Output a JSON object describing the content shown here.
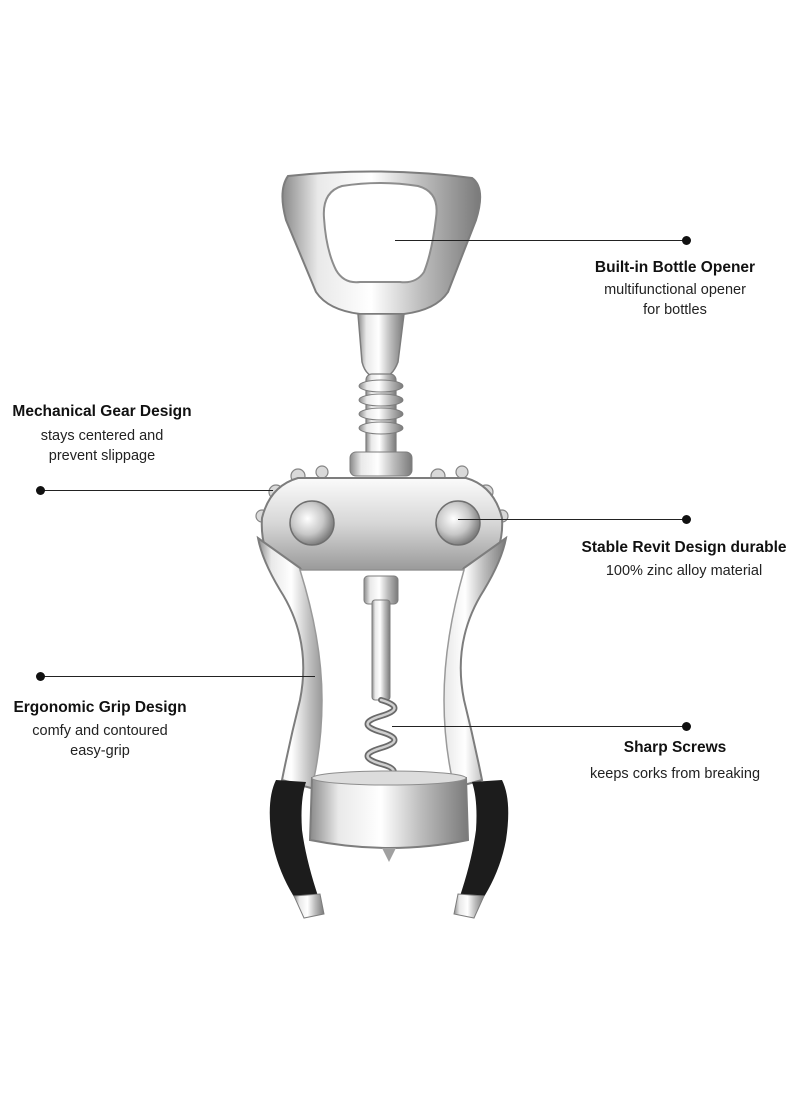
{
  "colors": {
    "chrome_light": "#f1f1f1",
    "chrome_mid": "#c4c4c4",
    "chrome_dark": "#7a7a7a",
    "rubber": "#1c1c1c",
    "line": "#222222"
  },
  "callouts": {
    "bottle_opener": {
      "title": "Built-in Bottle Opener",
      "desc1": "multifunctional opener",
      "desc2": "for bottles"
    },
    "gear": {
      "title": "Mechanical Gear Design",
      "desc1": "stays centered and",
      "desc2": "prevent slippage"
    },
    "rivet": {
      "title": "Stable Revit Design  durable",
      "desc1": "100% zinc alloy material"
    },
    "grip": {
      "title": "Ergonomic Grip Design",
      "desc1": "comfy and contoured",
      "desc2": "easy-grip"
    },
    "screw": {
      "title": "Sharp Screws",
      "desc1": "keeps corks from breaking"
    }
  }
}
